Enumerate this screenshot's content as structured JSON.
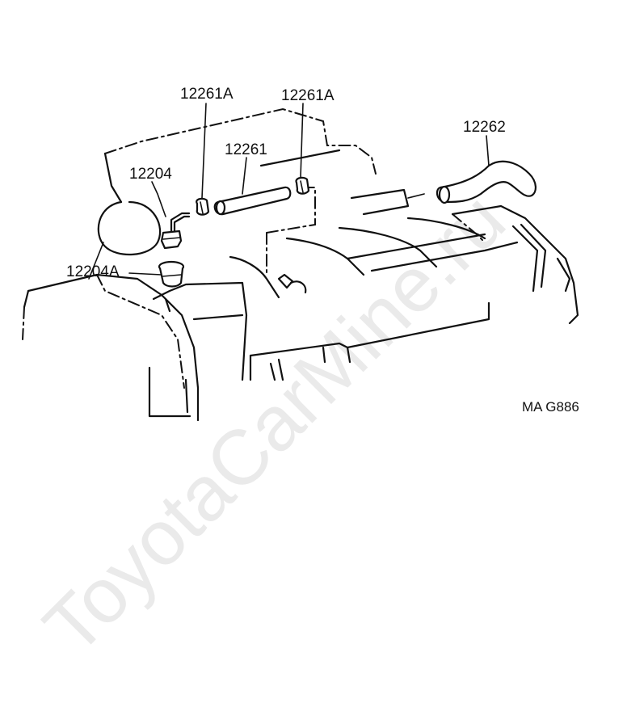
{
  "diagram": {
    "labels": {
      "hose_clamp_left": "12261A",
      "hose_clamp_right": "12261A",
      "ventilation_hose": "12261",
      "ventilation_valve": "12204",
      "valve_grommet": "12204A",
      "ventilation_hose_2": "12262"
    },
    "figure_ref": "MA G886",
    "watermark": "ToyotaCarMine.ru"
  }
}
